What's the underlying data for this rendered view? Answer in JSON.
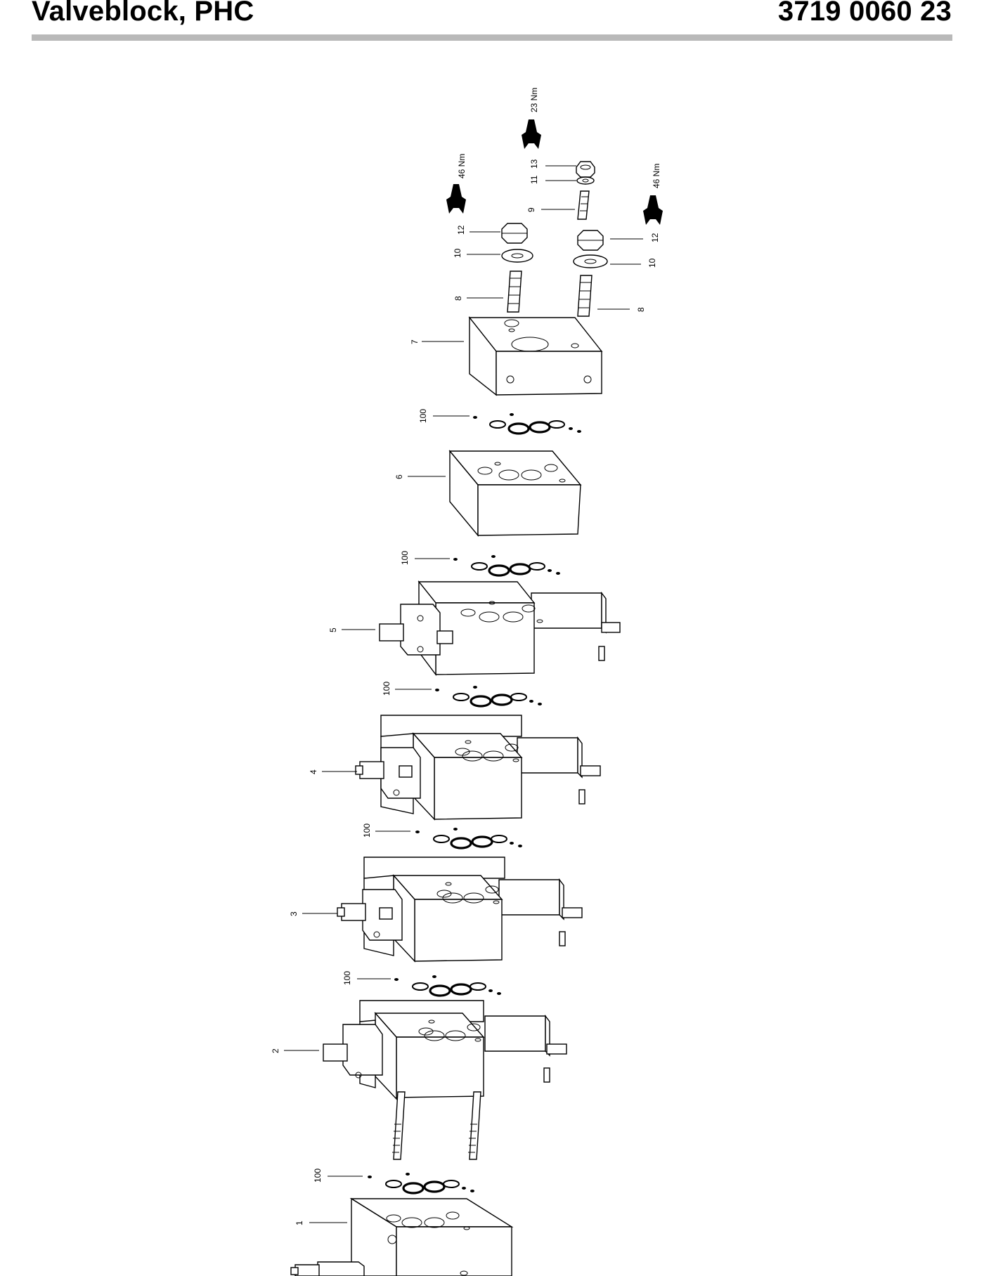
{
  "document": {
    "title": "Valveblock, PHC",
    "part_number": "3719 0060 23"
  },
  "callouts": {
    "c1": "1",
    "c2": "2",
    "c3": "3",
    "c4": "4",
    "c5": "5",
    "c6": "6",
    "c7": "7",
    "c8a": "8",
    "c8b": "8",
    "c9": "9",
    "c10a": "10",
    "c10b": "10",
    "c11": "11",
    "c12a": "12",
    "c12b": "12",
    "c13": "13",
    "c100a": "100",
    "c100b": "100",
    "c100c": "100",
    "c100d": "100",
    "c100e": "100",
    "c100f": "100"
  },
  "torque": {
    "t23": "23 Nm",
    "t46a": "46 Nm",
    "t46b": "46 Nm"
  },
  "colors": {
    "header_rule": "#b9b9b9",
    "ink": "#000000"
  }
}
